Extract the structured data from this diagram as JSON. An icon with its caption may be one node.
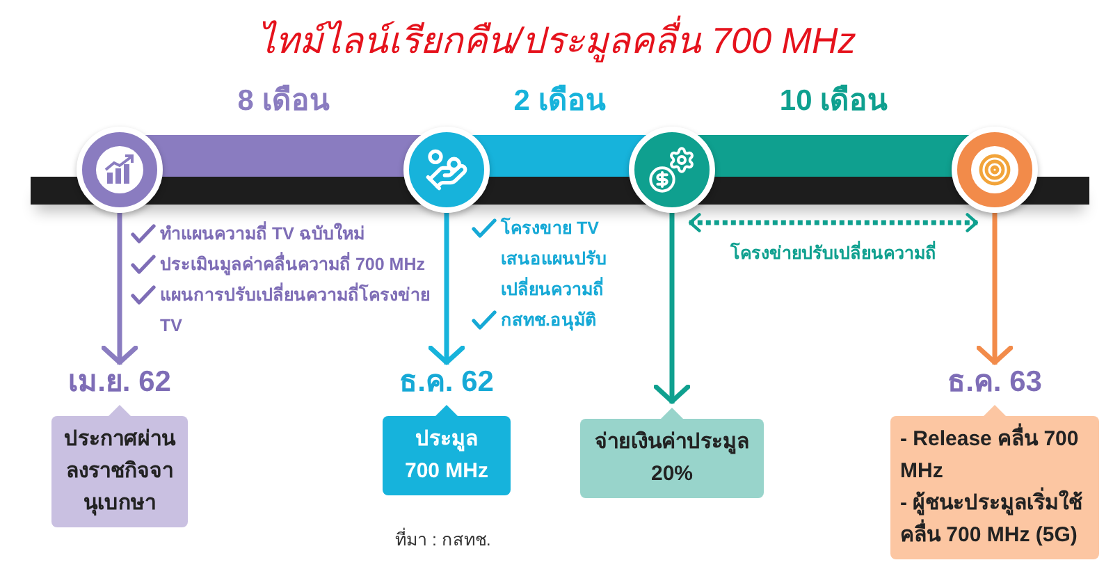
{
  "diagram": {
    "title": "ไทม์ไลน์เรียกคืน/ประมูลคลื่น 700 MHz",
    "nodes": [
      {
        "text": [],
        "shape": "bar"
      },
      {
        "text": [],
        "shape": "circle"
      },
      {
        "text": [],
        "shape": "circle"
      },
      {
        "text": [],
        "shape": "circle"
      },
      {
        "text": [],
        "shape": "circle"
      },
      {
        "text": [
          "เม.ย. 62",
          "ประกาศผ่านลงราชกิจจานุเบกษา"
        ]
      },
      {
        "text": [
          "ธ.ค. 62",
          "ประมูล 700 MHz"
        ]
      },
      {
        "text": [
          "จ่ายเงินค่าประมูล 20%"
        ]
      },
      {
        "text": [
          "ธ.ค. 63",
          "- Release คลื่น 700 MHz",
          "- ผู้ชนะประมูลเริ่มใช้ คลื่น 700 MHz (5G)"
        ]
      }
    ],
    "edges": [
      {
        "from": 1,
        "to": 2,
        "arrow": "none",
        "label": "8 เดือน",
        "style": "thick",
        "color": "#8a7cc0"
      },
      {
        "from": 2,
        "to": 3,
        "arrow": "none",
        "label": "2 เดือน",
        "style": "thick",
        "color": "#17b3db"
      },
      {
        "from": 3,
        "to": 4,
        "arrow": "none",
        "label": "10 เดือน",
        "style": "thick",
        "color": "#0fa08f"
      },
      {
        "from": 1,
        "to": 5,
        "arrow": "to",
        "color": "#8a7cc0"
      },
      {
        "from": 2,
        "to": 6,
        "arrow": "to",
        "color": "#17b3db"
      },
      {
        "from": 3,
        "to": 7,
        "arrow": "to",
        "color": "#0fa08f"
      },
      {
        "from": 4,
        "to": 8,
        "arrow": "to",
        "color": "#f28b4a"
      },
      {
        "from": 3,
        "to": 4,
        "arrow": "both",
        "label": "โครงข่ายปรับเปลี่ยนความถี่",
        "style": "dashed",
        "color": "#0fa08f"
      }
    ],
    "labels": [
      "ทำแผนความถี่ TV ฉบับใหม่",
      "ประเมินมูลค่าคลื่นความถี่ 700 MHz",
      "แผนการปรับเปลี่ยนความถี่โครงข่าย TV",
      "โครงขาย TV เสนอแผนปรับเปลี่ยนความถี่",
      "กสทช.อนุมัติ",
      "ที่มา : กสทช."
    ]
  }
}
